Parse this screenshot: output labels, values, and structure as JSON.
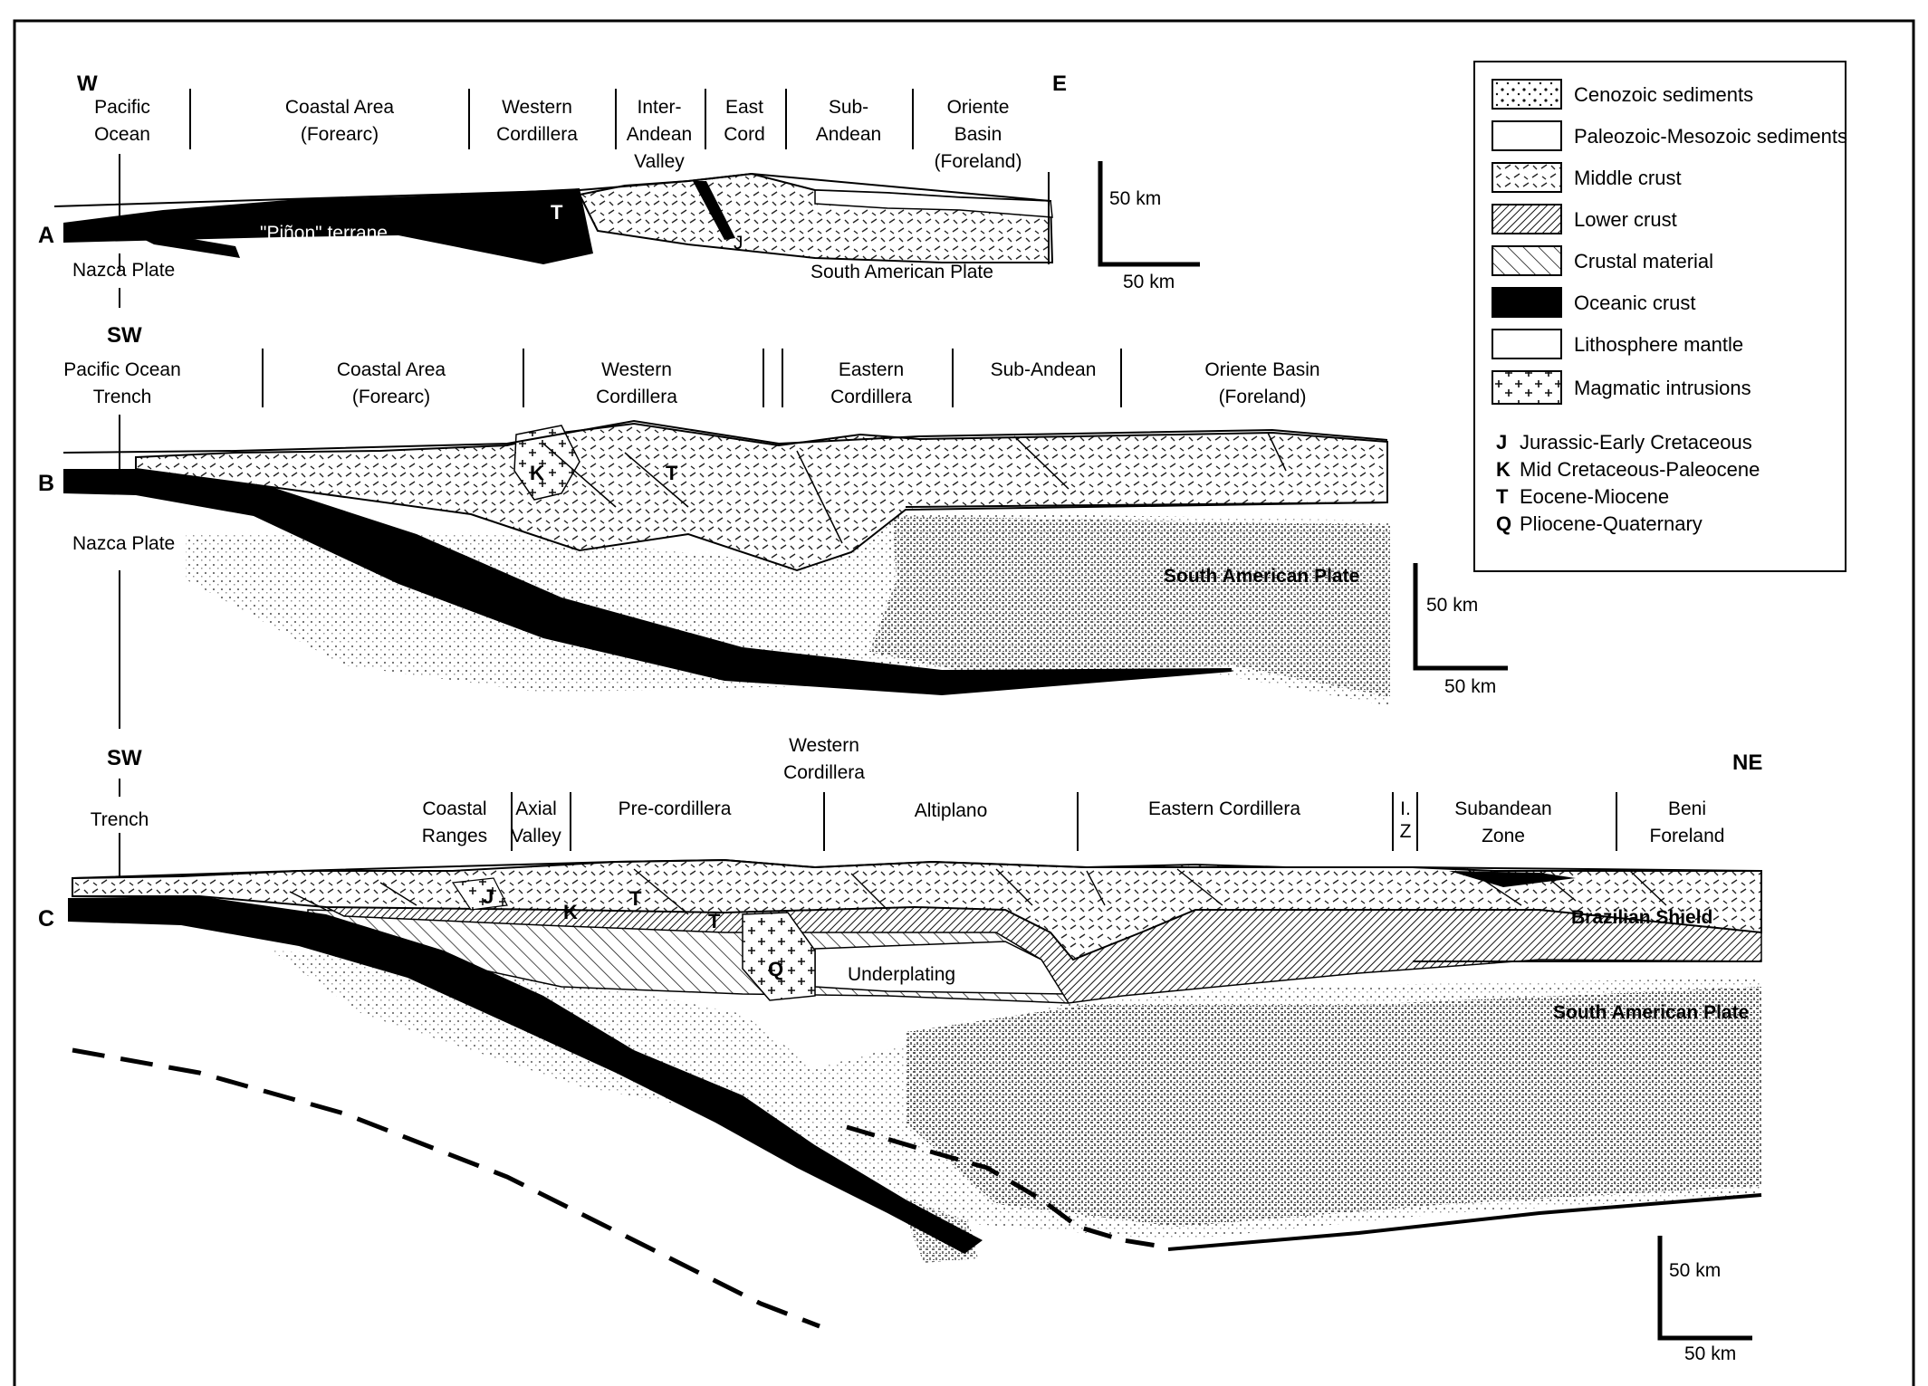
{
  "section_a": {
    "letter": "A",
    "dir_left": "W",
    "dir_right": "E",
    "regions": [
      {
        "line1": "Pacific",
        "line2": "Ocean",
        "line3": ""
      },
      {
        "line1": "Coastal Area",
        "line2": "(Forearc)",
        "line3": ""
      },
      {
        "line1": "Western",
        "line2": "Cordillera",
        "line3": ""
      },
      {
        "line1": "Inter-",
        "line2": "Andean",
        "line3": "Valley"
      },
      {
        "line1": "East",
        "line2": "Cord",
        "line3": ""
      },
      {
        "line1": "Sub-",
        "line2": "Andean",
        "line3": ""
      },
      {
        "line1": "Oriente",
        "line2": "Basin",
        "line3": "(Foreland)"
      }
    ],
    "terrane_label": "\"Piñon\" terrane",
    "left_plate": "Nazca Plate",
    "right_plate": "South American Plate",
    "unit_t": "T",
    "unit_j": "J",
    "scale_v": "50 km",
    "scale_h": "50 km"
  },
  "section_b": {
    "letter": "B",
    "dir_left": "SW",
    "regions": [
      {
        "line1": "Pacific Ocean",
        "line2": "Trench"
      },
      {
        "line1": "Coastal Area",
        "line2": "(Forearc)"
      },
      {
        "line1": "Western",
        "line2": "Cordillera"
      },
      {
        "line1": "Eastern",
        "line2": "Cordillera"
      },
      {
        "line1": "Sub-Andean",
        "line2": ""
      },
      {
        "line1": "Oriente Basin",
        "line2": "(Foreland)"
      }
    ],
    "left_plate": "Nazca Plate",
    "right_plate": "South American Plate",
    "unit_k": "K",
    "unit_t": "T",
    "scale_v": "50 km",
    "scale_h": "50 km"
  },
  "section_c": {
    "letter": "C",
    "dir_left": "SW",
    "dir_right": "NE",
    "regions": [
      {
        "line1": "Trench",
        "line2": ""
      },
      {
        "line1": "Coastal",
        "line2": "Ranges"
      },
      {
        "line1": "Axial",
        "line2": "Valley"
      },
      {
        "line1": "Pre-cordillera",
        "line2": ""
      },
      {
        "line1": "Western",
        "line2": "Cordillera"
      },
      {
        "line1": "Altiplano",
        "line2": ""
      },
      {
        "line1": "Eastern Cordillera",
        "line2": ""
      },
      {
        "line1": "I.",
        "line2": "Z"
      },
      {
        "line1": "Subandean",
        "line2": "Zone"
      },
      {
        "line1": "Beni",
        "line2": "Foreland"
      }
    ],
    "underplating": "Underplating",
    "shield": "Brazilian Shield",
    "right_plate": "South American Plate",
    "unit_j": "J",
    "unit_k": "K",
    "unit_t1": "T",
    "unit_t2": "T",
    "unit_q": "Q",
    "scale_v": "50 km",
    "scale_h": "50 km"
  },
  "legend": {
    "items": [
      {
        "label": "Cenozoic sediments",
        "pattern": "dots"
      },
      {
        "label": "Paleozoic-Mesozoic sediments",
        "pattern": "blank"
      },
      {
        "label": "Middle crust",
        "pattern": "dashes"
      },
      {
        "label": "Lower crust",
        "pattern": "dense-hatch"
      },
      {
        "label": "Crustal material",
        "pattern": "hatch"
      },
      {
        "label": "Oceanic crust",
        "pattern": "solid"
      },
      {
        "label": "Lithosphere mantle",
        "pattern": "blank"
      },
      {
        "label": "Magmatic intrusions",
        "pattern": "crosses"
      }
    ],
    "ages": [
      {
        "code": "J",
        "label": "Jurassic-Early Cretaceous"
      },
      {
        "code": "K",
        "label": "Mid Cretaceous-Paleocene"
      },
      {
        "code": "T",
        "label": "Eocene-Miocene"
      },
      {
        "code": "Q",
        "label": "Pliocene-Quaternary"
      }
    ]
  }
}
